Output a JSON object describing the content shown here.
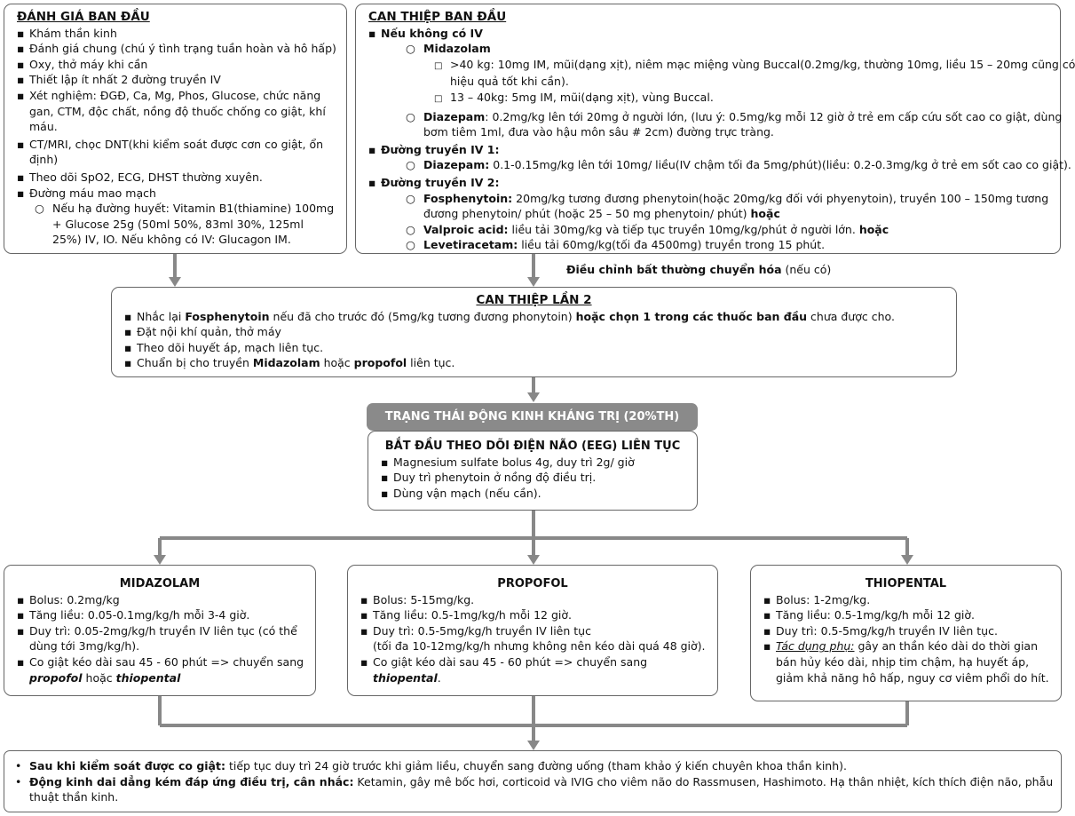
{
  "initial_assessment": {
    "title": "ĐÁNH GIÁ BAN ĐẦU",
    "items": [
      "Khám thần kinh",
      "Đánh giá chung (chú ý tình trạng tuần hoàn và hô hấp)",
      "Oxy, thở máy khi cần",
      "Thiết lập ít nhất 2 đường truyền IV",
      "Xét nghiệm: ĐGĐ, Ca, Mg, Phos, Glucose, chức năng",
      "gan, CTM, độc chất, nồng độ thuốc chống co giật, khí",
      "máu.",
      "CT/MRI, chọc DNT(khi kiểm soát được cơn co giật, ổn",
      "định)",
      "Theo dõi SpO2, ECG, DHST thường xuyên.",
      "Đường máu mao mạch",
      "Nếu hạ đường huyết: Vitamin B1(thiamine) 100mg",
      "+ Glucose 25g (50ml 50%, 83ml 30%, 125ml",
      "25%) IV, IO. Nếu không có IV: Glucagon IM."
    ]
  },
  "initial_intervention": {
    "title": "CAN THIỆP BAN ĐẦU",
    "no_iv": "Nếu không có IV",
    "midazolam": "Midazolam",
    "mid_1a": ">40 kg: 10mg IM, mũi(dạng xịt), niêm mạc miệng vùng Buccal(0.2mg/kg, thường 10mg, liều 15 – 20mg cũng có",
    "mid_1b": "hiệu quả tốt khi cần).",
    "mid_2": "13 – 40kg: 5mg IM, mũi(dạng xịt), vùng Buccal.",
    "diazepam_label": "Diazepam",
    "diazepam_1": ": 0.2mg/kg lên tới 20mg ở người lớn, (lưu ý: 0.5mg/kg mỗi 12 giờ ở trẻ em cấp cứu sốt cao co giật, dùng",
    "diazepam_2": "bơm tiêm 1ml, đưa vào hậu môn sâu # 2cm) đường trực tràng.",
    "iv1": "Đường truyền IV 1:",
    "iv1_label": "Diazepam:",
    "iv1_text": " 0.1-0.15mg/kg lên tới 10mg/ liều(IV chậm tối đa 5mg/phút)(liều: 0.2-0.3mg/kg ở trẻ em sốt cao co giật).",
    "iv2": "Đường truyền IV 2:",
    "fos_label": "Fosphenytoin:",
    "fos_1": " 20mg/kg tương đương phenytoin(hoặc 20mg/kg đối với phyenytoin), truyền 100 – 150mg tương",
    "fos_2": "đương phenytoin/ phút (hoặc 25 – 50 mg phenytoin/ phút) ",
    "fos_or": "hoặc",
    "val_label": "Valproic acid:",
    "val_text": " liều tải 30mg/kg và tiếp tục truyền 10mg/kg/phút ở người lớn. ",
    "val_or": "hoặc",
    "lev_label": "Levetiracetam:",
    "lev_text": " liều tải 60mg/kg(tối đa 4500mg) truyền trong 15 phút."
  },
  "metabolic": {
    "bold": "Điều chỉnh bất thường chuyển hóa",
    "rest": " (nếu có)"
  },
  "second_intervention": {
    "title": "CAN THIỆP LẦN 2",
    "l1_a": "Nhắc lại ",
    "l1_b": "Fosphenytoin",
    "l1_c": " nếu đã cho trước đó (5mg/kg tương đương phonytoin) ",
    "l1_d": "hoặc chọn 1 trong các thuốc ban đầu",
    "l1_e": " chưa được cho.",
    "l2": "Đặt nội khí quản, thở máy",
    "l3": "Theo dõi huyết áp, mạch liên tục.",
    "l4_a": "Chuẩn bị cho truyền ",
    "l4_b": "Midazolam",
    "l4_c": " hoặc ",
    "l4_d": "propofol",
    "l4_e": " liên tục."
  },
  "refractory": {
    "banner": "TRẠNG THÁI ĐỘNG KINH KHÁNG TRỊ (20%TH)",
    "title": "BẮT ĐẦU THEO DÕI ĐIỆN NÃO (EEG) LIÊN TỤC",
    "items": [
      "Magnesium sulfate bolus 4g, duy trì 2g/ giờ",
      "Duy trì phenytoin ở nồng độ điều trị.",
      "Dùng vận mạch (nếu cần)."
    ]
  },
  "midazolam_box": {
    "title": "MIDAZOLAM",
    "l1": "Bolus: 0.2mg/kg",
    "l2": "Tăng liều: 0.05-0.1mg/kg/h mỗi 3-4 giờ.",
    "l3a": "Duy trì: 0.05-2mg/kg/h truyền IV liên tục (có thể",
    "l3b": "dùng tới 3mg/kg/h).",
    "l4a": "Co giật kéo dài sau 45 - 60 phút => chuyển sang",
    "l4b_1": "propofol",
    "l4b_2": " hoặc ",
    "l4b_3": "thiopental"
  },
  "propofol_box": {
    "title": "PROPOFOL",
    "l1": "Bolus: 5-15mg/kg.",
    "l2": "Tăng liều: 0.5-1mg/kg/h mỗi 12 giờ.",
    "l3a": "Duy trì: 0.5-5mg/kg/h truyền IV liên tục",
    "l3b": "(tối đa 10-12mg/kg/h nhưng không nên kéo dài quá 48 giờ).",
    "l4a": "Co giật kéo dài sau 45 - 60 phút => chuyển sang",
    "l4b": "thiopental",
    "l4c": "."
  },
  "thiopental_box": {
    "title": "THIOPENTAL",
    "l1": "Bolus: 1-2mg/kg.",
    "l2": "Tăng liều: 0.5-1mg/kg/h mỗi 12 giờ.",
    "l3": "Duy trì: 0.5-5mg/kg/h truyền IV liên tục.",
    "l4_label": "Tác dụng phụ:",
    "l4a": " gây an thần kéo dài do thời gian",
    "l4b": "bán hủy kéo dài, nhịp tim chậm, hạ huyết áp,",
    "l4c": "giảm khả năng hô hấp, nguy cơ viêm phổi do hít."
  },
  "bottom": {
    "l1_bold": "Sau khi kiểm soát được co giật:",
    "l1_text": " tiếp tục duy trì 24 giờ trước khi giảm liều, chuyển sang đường uống (tham khảo ý kiến chuyên khoa thần kinh).",
    "l2_bold": "Động kinh dai dẳng kém đáp ứng điều trị, cân nhắc:",
    "l2_text": " Ketamin, gây mê bốc hơi, corticoid và IVIG cho viêm não do Rassmusen, Hashimoto. Hạ thân nhiệt, kích thích điện não, phẫu",
    "l2_text2": "thuật thần kinh."
  },
  "bullets": {
    "square": "▪",
    "circle": "○",
    "box": "□",
    "dot": "•"
  },
  "colors": {
    "connector": "#888888",
    "border": "#666666",
    "banner": "#8a8a8a"
  }
}
